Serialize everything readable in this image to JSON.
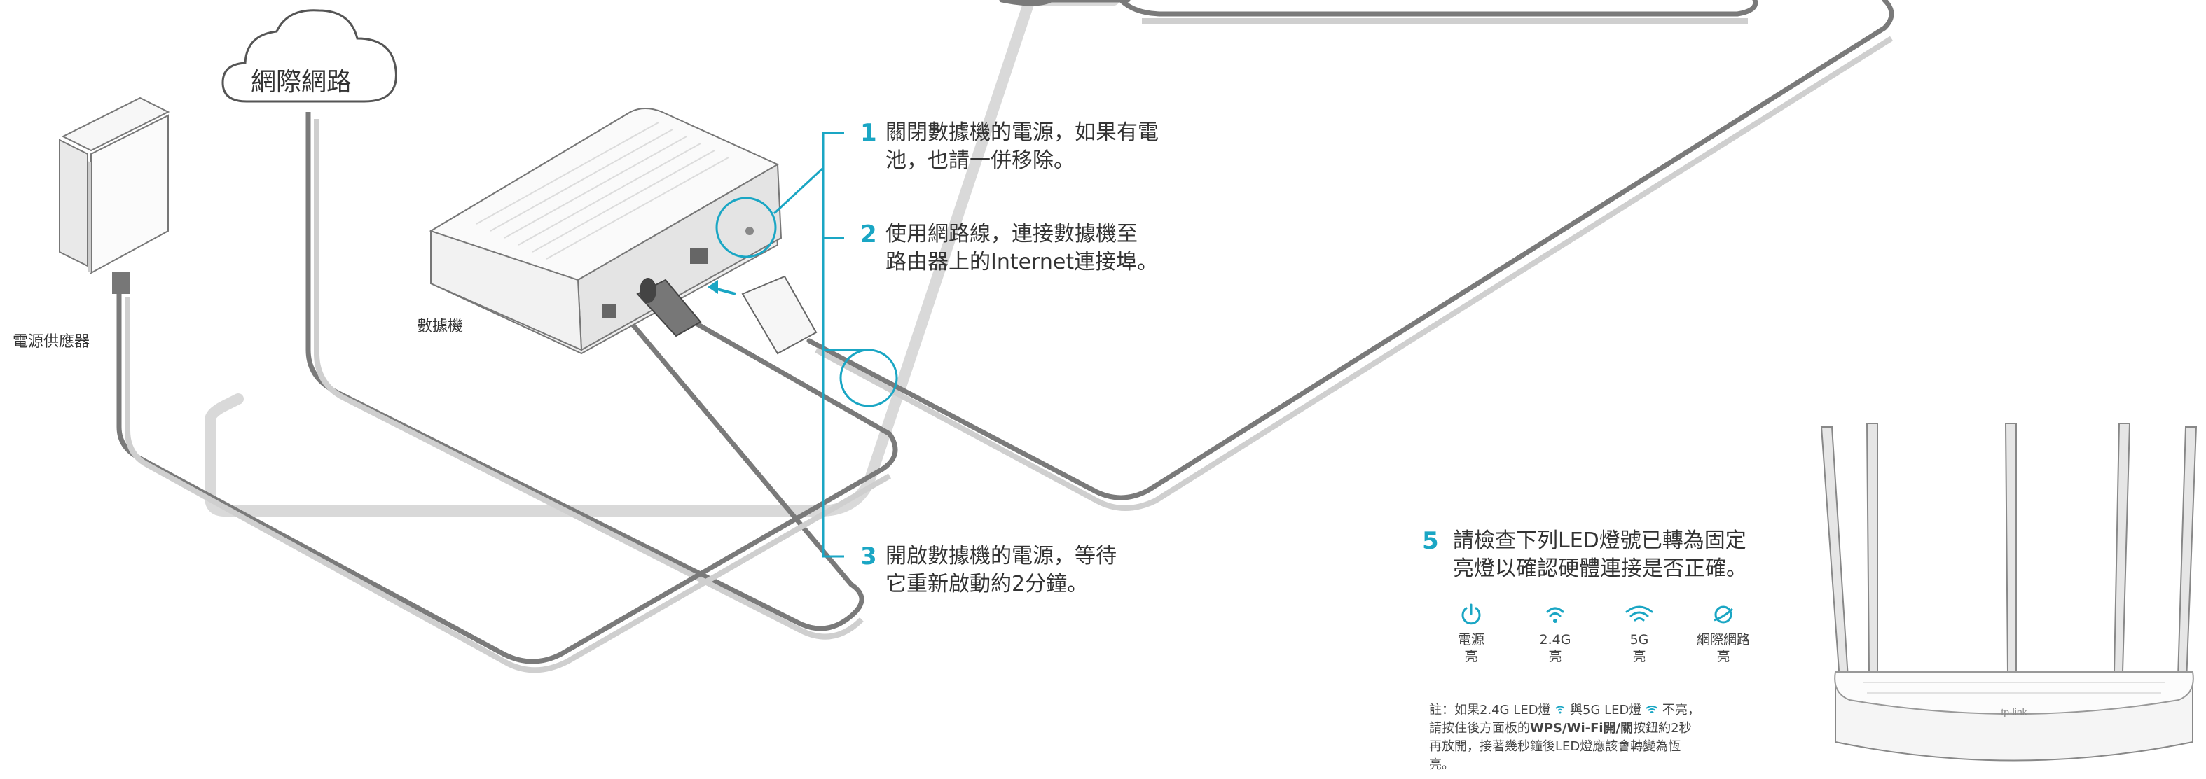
{
  "labels": {
    "internet_cloud": "網際網路",
    "power_adapter": "電源供應器",
    "modem": "數據機"
  },
  "steps": [
    {
      "num": "1",
      "text_line1": "關閉數據機的電源，如果有電",
      "text_line2": "池，也請一併移除。"
    },
    {
      "num": "2",
      "text_line1": "使用網路線，連接數據機至",
      "text_line2": "路由器上的Internet連接埠。"
    },
    {
      "num": "3",
      "text_line1": "開啟數據機的電源，等待",
      "text_line2": "它重新啟動約2分鐘。"
    }
  ],
  "step5": {
    "num": "5",
    "text_line1": "請檢查下列LED燈號已轉為固定",
    "text_line2": "亮燈以確認硬體連接是否正確。"
  },
  "leds": [
    {
      "icon": "power-icon",
      "name": "電源",
      "state": "亮"
    },
    {
      "icon": "wifi-2g-icon",
      "name": "2.4G",
      "state": "亮"
    },
    {
      "icon": "wifi-5g-icon",
      "name": "5G",
      "state": "亮"
    },
    {
      "icon": "internet-icon",
      "name": "網際網路",
      "state": "亮"
    }
  ],
  "note": {
    "part1": "註：如果2.4G LED燈",
    "part2": "與5G LED燈",
    "part3": "不亮，",
    "part4": "請按住後方面板的",
    "bold": "WPS/Wi-Fi開/關",
    "part5": "按鈕約2秒",
    "part6": "再放開，接著幾秒鐘後LED燈應該會轉變為恆",
    "part7": "亮。"
  },
  "router": {
    "brand": "tp-link"
  },
  "colors": {
    "accent": "#1aa6c4",
    "cable": "#6e6e6e",
    "device": "#f4f4f4"
  }
}
